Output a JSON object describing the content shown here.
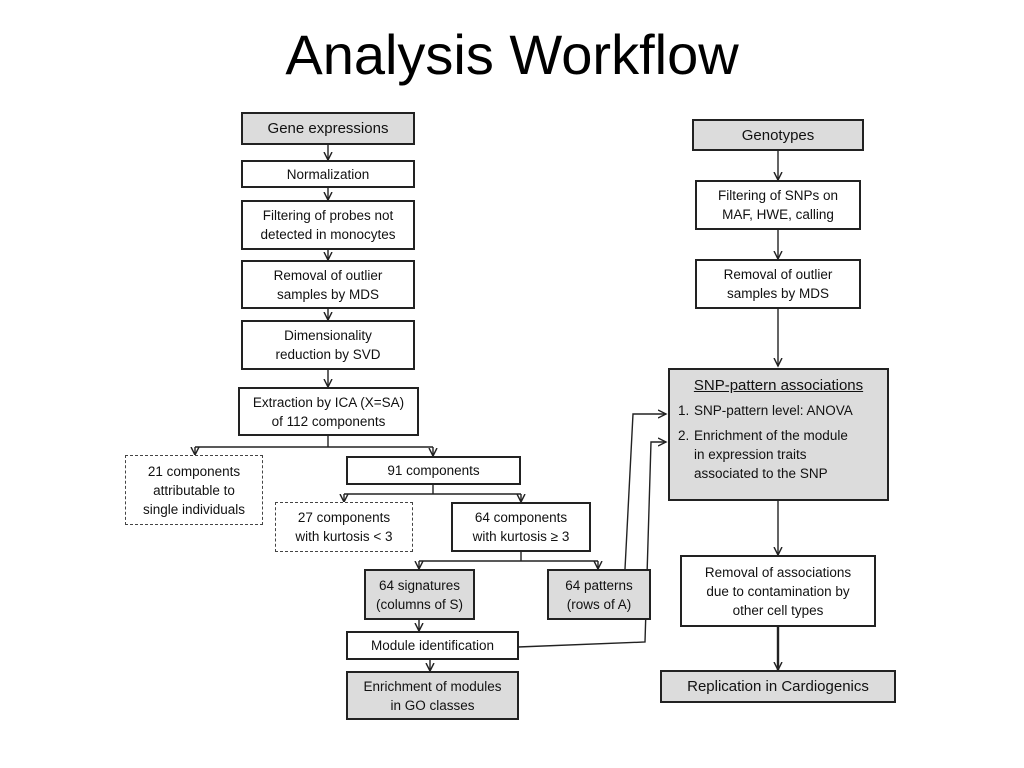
{
  "title": "Analysis Workflow",
  "left": {
    "gene_expressions": "Gene expressions",
    "normalization": "Normalization",
    "filtering_probes": [
      "Filtering of probes not",
      "detected in monocytes"
    ],
    "removal_outlier": [
      "Removal of outlier",
      "samples by MDS"
    ],
    "dimensionality": [
      "Dimensionality",
      "reduction by SVD"
    ],
    "extraction": [
      "Extraction by ICA (X=SA)",
      "of 112 components"
    ],
    "components_21": [
      "21 components",
      "attributable to",
      "single individuals"
    ],
    "components_91": "91 components",
    "components_27": [
      "27 components",
      "with kurtosis < 3"
    ],
    "components_64": [
      "64 components",
      "with kurtosis ≥ 3"
    ],
    "signatures": [
      "64  signatures",
      "(columns of S)"
    ],
    "patterns": [
      "64 patterns",
      "(rows of A)"
    ],
    "module_identification": "Module identification",
    "enrichment_go": [
      "Enrichment of modules",
      "in GO classes"
    ]
  },
  "right": {
    "genotypes": "Genotypes",
    "filtering_snps": [
      "Filtering of SNPs on",
      "MAF, HWE, calling"
    ],
    "removal_outlier": [
      "Removal of outlier",
      "samples by MDS"
    ],
    "snp_associations": {
      "heading": "SNP-pattern associations",
      "item1_num": "1.",
      "item1": [
        "SNP-pattern level: ANOVA"
      ],
      "item2_num": "2.",
      "item2": [
        "Enrichment of the module",
        "in expression traits",
        "associated to the SNP"
      ]
    },
    "removal_contamination": [
      "Removal of associations",
      "due to contamination by",
      "other cell types"
    ],
    "replication": "Replication in Cardiogenics"
  }
}
